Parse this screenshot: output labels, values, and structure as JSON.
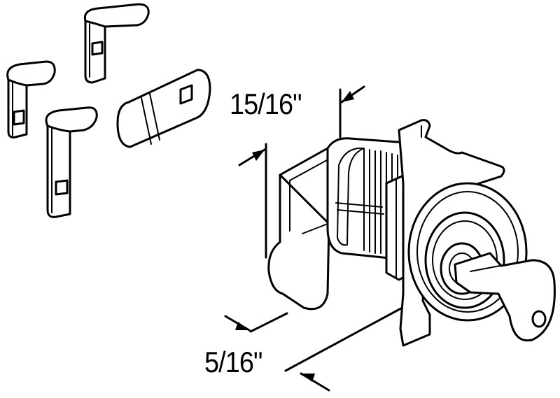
{
  "dimensions": {
    "top_label": "15/16\"",
    "bottom_label": "5/16\""
  },
  "colors": {
    "line": "#000000",
    "background": "#ffffff"
  },
  "parts": {
    "cams_count": 4
  }
}
